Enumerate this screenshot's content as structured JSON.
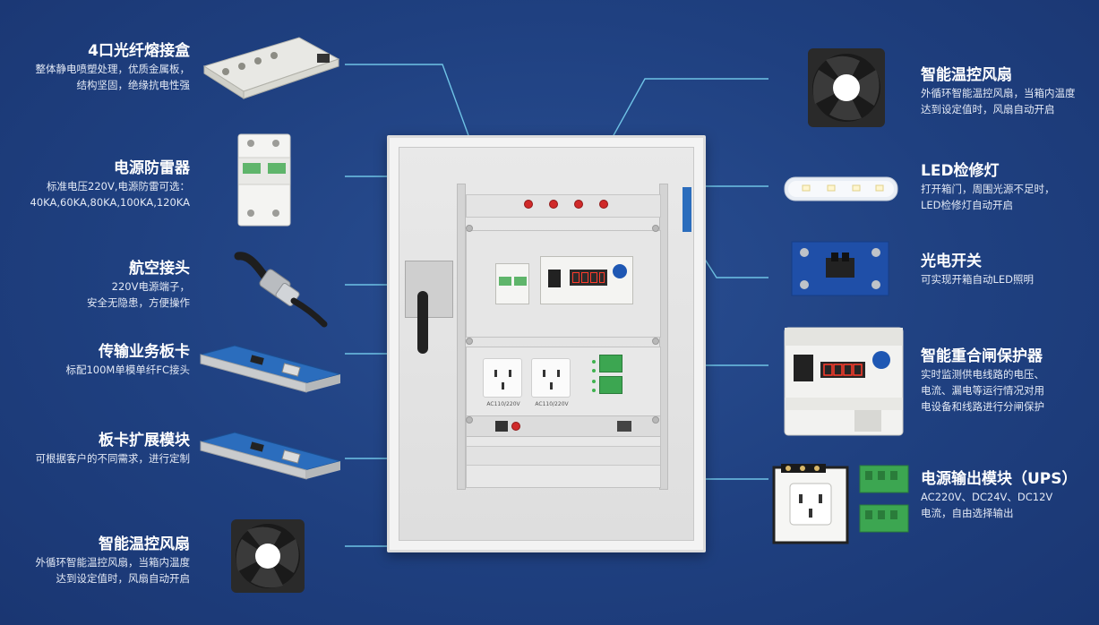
{
  "colors": {
    "background": "#1f4080",
    "connector_line": "#6fc3e6",
    "text": "#ffffff",
    "subtext": "#e3e9f5",
    "fuse_red": "#d02a2a",
    "terminal_green": "#3ca651"
  },
  "left_items": [
    {
      "title": "4口光纤熔接盒",
      "lines": [
        "整体静电喷塑处理，优质金属板，",
        "结构坚固，绝缘抗电性强"
      ],
      "icon": "fiber-splice-box-icon"
    },
    {
      "title": "电源防雷器",
      "lines": [
        "标准电压220V,电源防雷可选：",
        "40KA,60KA,80KA,100KA,120KA"
      ],
      "icon": "surge-protector-icon"
    },
    {
      "title": "航空接头",
      "lines": [
        "220V电源端子，",
        "安全无隐患，方便操作"
      ],
      "icon": "aviation-connector-icon"
    },
    {
      "title": "传输业务板卡",
      "lines": [
        "标配100M单模单纤FC接头"
      ],
      "icon": "transmission-card-icon"
    },
    {
      "title": "板卡扩展模块",
      "lines": [
        "可根据客户的不同需求，进行定制"
      ],
      "icon": "card-expansion-icon"
    },
    {
      "title": "智能温控风扇",
      "lines": [
        "外循环智能温控风扇，当箱内温度",
        "达到设定值时，风扇自动开启"
      ],
      "icon": "cooling-fan-icon"
    }
  ],
  "right_items": [
    {
      "title": "智能温控风扇",
      "lines": [
        "外循环智能温控风扇，当箱内温度",
        "达到设定值时，风扇自动开启"
      ],
      "icon": "cooling-fan-icon"
    },
    {
      "title": "LED检修灯",
      "lines": [
        "打开箱门，周围光源不足时，",
        "LED检修灯自动开启"
      ],
      "icon": "led-light-icon"
    },
    {
      "title": "光电开关",
      "lines": [
        "可实现开箱自动LED照明"
      ],
      "icon": "photoelectric-switch-icon"
    },
    {
      "title": "智能重合闸保护器",
      "lines": [
        "实时监测供电线路的电压、",
        "电流、漏电等运行情况对用",
        "电设备和线路进行分闸保护"
      ],
      "icon": "recloser-protector-icon"
    },
    {
      "title": "电源输出模块（UPS）",
      "lines": [
        "AC220V、DC24V、DC12V",
        "电流，自由选择输出"
      ],
      "icon": "power-output-module-icon"
    }
  ],
  "cabinet": {
    "socket_labels": [
      "AC110/220V",
      "AC110/220V"
    ],
    "icon": "equipment-cabinet-icon"
  }
}
